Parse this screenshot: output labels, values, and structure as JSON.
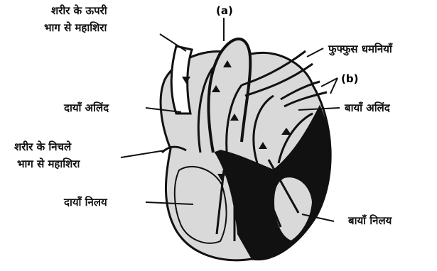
{
  "labels": {
    "upper_vena_cava": [
      "शरीर के ऊपरी",
      "भाग से महाशिरा"
    ],
    "pulmonary_arteries": "फुफ्फुस धमनियाँ",
    "right_atrium": "दायाँ अलिंद",
    "left_atrium": "बायाँ अलिंद",
    "lower_vena_cava": [
      "शरीर के निचले",
      "भाग से महाशिरा"
    ],
    "right_ventricle": "दायाँ निलय",
    "left_ventricle": "बायाँ निलय",
    "marker_a": "(a)",
    "marker_b": "(b)"
  },
  "colors": {
    "ink": "#111111",
    "chamber_fill": "#d9d9d9",
    "background": "#ffffff"
  }
}
